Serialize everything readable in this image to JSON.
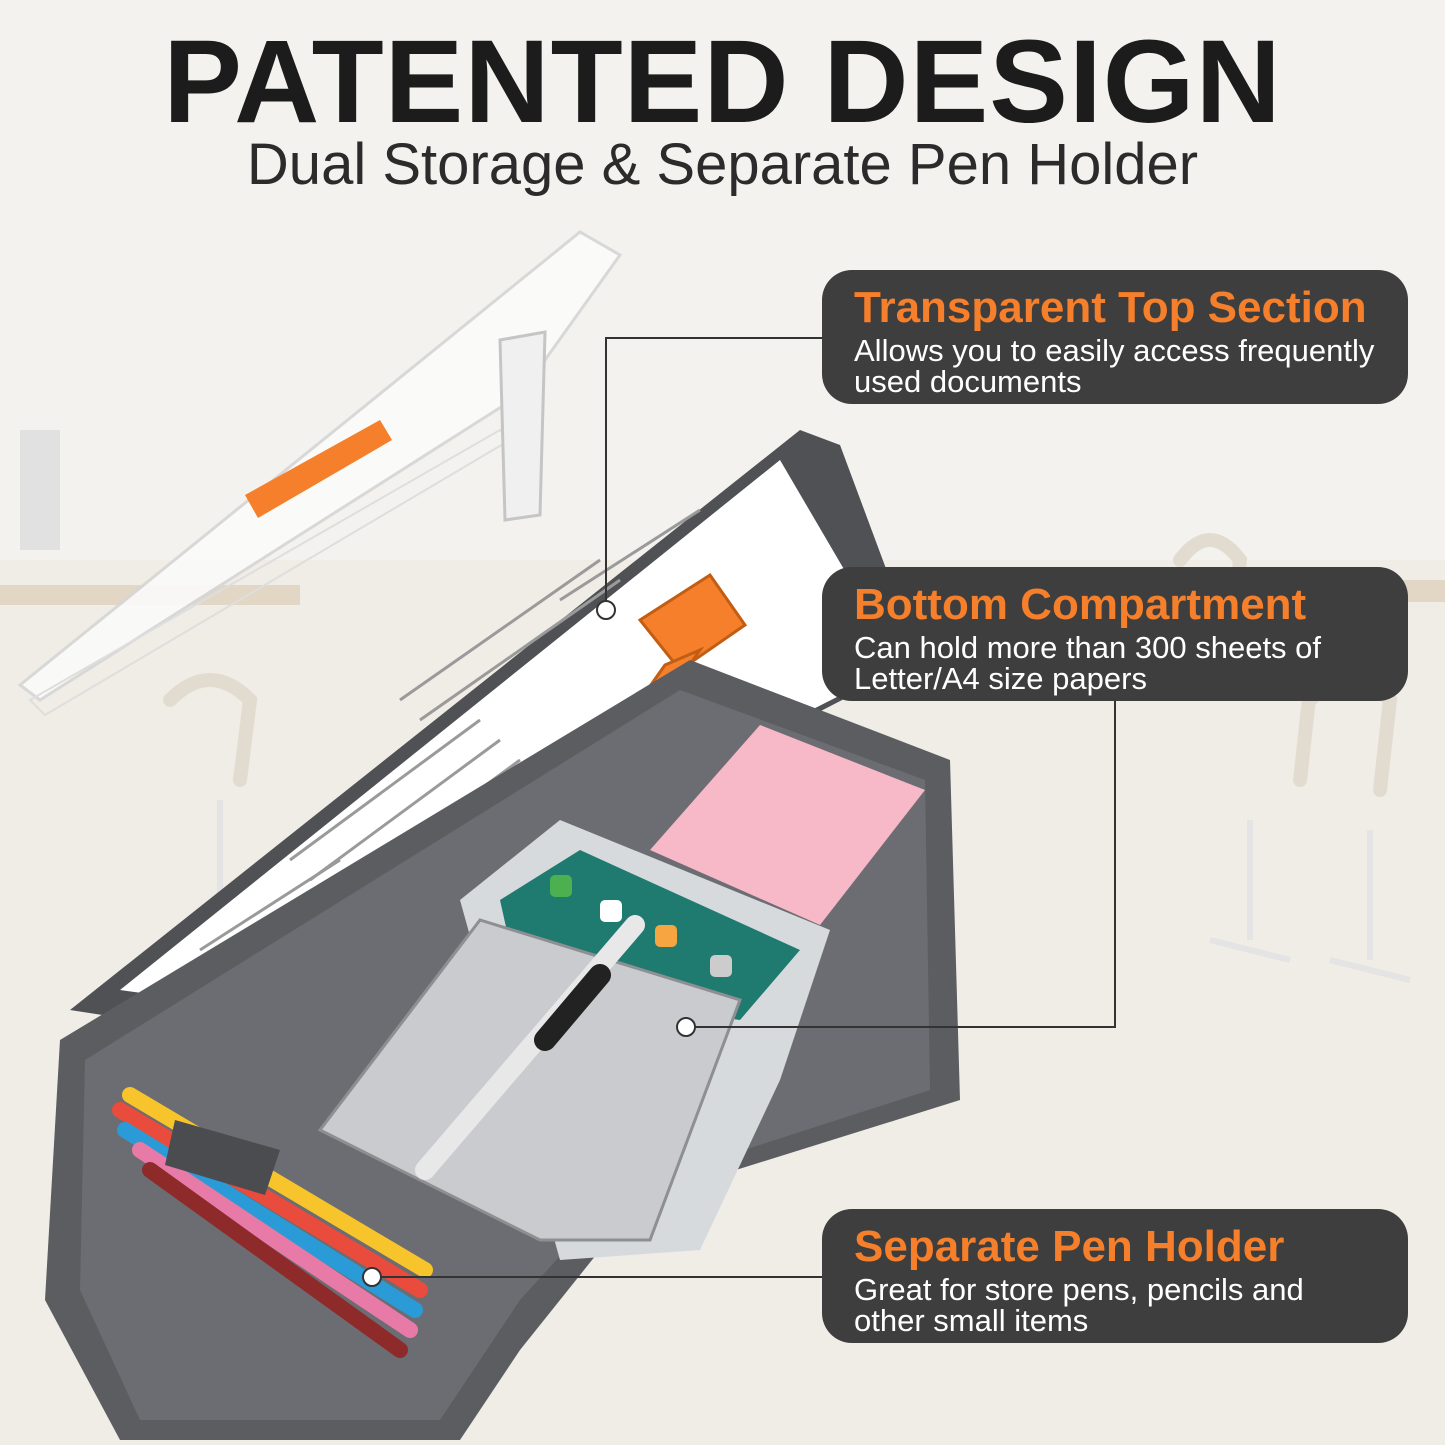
{
  "header": {
    "title": "PATENTED DESIGN",
    "subtitle": "Dual Storage & Separate Pen Holder"
  },
  "callouts": [
    {
      "title": "Transparent Top Section",
      "desc_line1": "Allows you to easily access frequently",
      "desc_line2": "used documents"
    },
    {
      "title": "Bottom Compartment",
      "desc_line1": "Can hold more than 300 sheets of",
      "desc_line2": "Letter/A4 size papers"
    },
    {
      "title": "Separate Pen Holder",
      "desc_line1": "Great for store pens, pencils and",
      "desc_line2": "other small items"
    }
  ],
  "colors": {
    "accent": "#f57f2a",
    "callout_bg": "#3e3e3e",
    "case_gray": "#5b5d61",
    "title": "#1c1c1c"
  }
}
